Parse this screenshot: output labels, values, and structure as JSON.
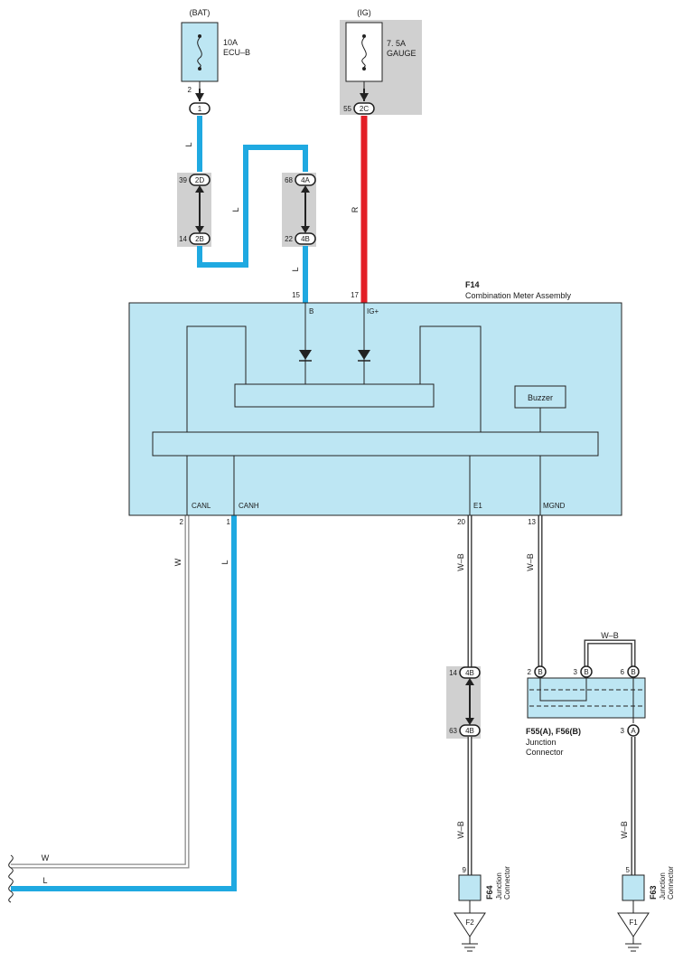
{
  "colors": {
    "wire_L": "#1fa9e1",
    "wire_R": "#e31e26",
    "wire_WB": "#3a3a3a",
    "wire_W": "#8a8a8a",
    "component_fill": "#bde6f3",
    "connector_highlight": "#d0d0d0"
  },
  "sources": {
    "bat": {
      "label": "(BAT)",
      "fuse_amps": "10A",
      "fuse_name": "ECU–B",
      "pin": "2",
      "connector": "1"
    },
    "ig": {
      "label": "(IG)",
      "fuse_amps": "7. 5A",
      "fuse_name": "GAUGE",
      "pin": "55",
      "connector": "2C"
    }
  },
  "inline_connectors": {
    "a_top_pin": "39",
    "a_top": "2D",
    "a_bot_pin": "14",
    "a_bot": "2B",
    "b_top_pin": "68",
    "b_top": "4A",
    "b_bot_pin": "22",
    "b_bot": "4B",
    "c_top_pin": "14",
    "c_top": "4B",
    "c_bot_pin": "63",
    "c_bot": "4B"
  },
  "wire_colors": {
    "l1": "L",
    "l2": "L",
    "l3": "L",
    "r": "R",
    "w": "W",
    "canh": "L",
    "e1": "W–B",
    "mgnd": "W–B",
    "jc_top": "W–B",
    "f64": "W–B",
    "f63": "W–B",
    "bottom_w": "W",
    "bottom_l": "L"
  },
  "meter": {
    "code": "F14",
    "name": "Combination Meter Assembly",
    "pins_top": {
      "b": "15",
      "ig": "17"
    },
    "terminals_top": {
      "b": "B",
      "ig": "IG+"
    },
    "buzzer": "Buzzer",
    "pins_bottom": {
      "canl": "2",
      "canh": "1",
      "e1": "20",
      "mgnd": "13"
    },
    "terminals_bottom": {
      "canl": "CANL",
      "canh": "CANH",
      "e1": "E1",
      "mgnd": "MGND"
    }
  },
  "junction": {
    "code": "F55(A), F56(B)",
    "name_l1": "Junction",
    "name_l2": "Connector",
    "pins": {
      "p2": "2",
      "p3": "3",
      "p6": "6",
      "p3a": "3"
    },
    "letters": {
      "p2": "B",
      "p3": "B",
      "p6": "B",
      "p3a": "A"
    }
  },
  "f64": {
    "code": "F64",
    "name_l1": "Junction",
    "name_l2": "Connector",
    "pin": "9",
    "ground": "F2"
  },
  "f63": {
    "code": "F63",
    "name_l1": "Junction",
    "name_l2": "Connector",
    "pin": "5",
    "ground": "F1"
  }
}
